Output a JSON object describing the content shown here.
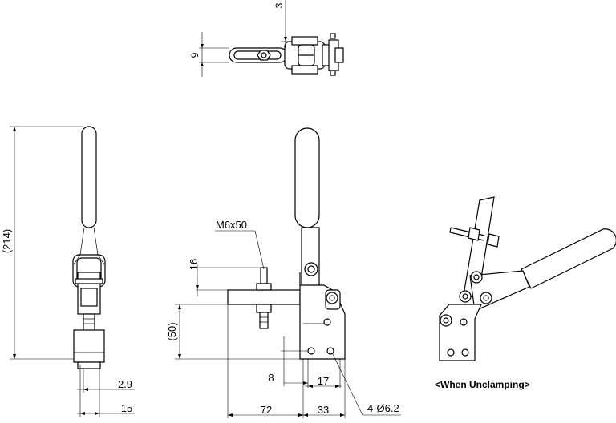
{
  "dimensions": {
    "top_offset": "3",
    "top_thickness": "9",
    "overall_height": "(214)",
    "thread": "M6x50",
    "spindle_height": "16",
    "base_to_spindle": "(50)",
    "hole_offset": "8",
    "hole_pitch_side": "17",
    "front_offset": "2.9",
    "front_width": "15",
    "reach": "72",
    "base_length": "33",
    "holes": "4-Ø6.2"
  },
  "caption": "<When Unclamping>"
}
